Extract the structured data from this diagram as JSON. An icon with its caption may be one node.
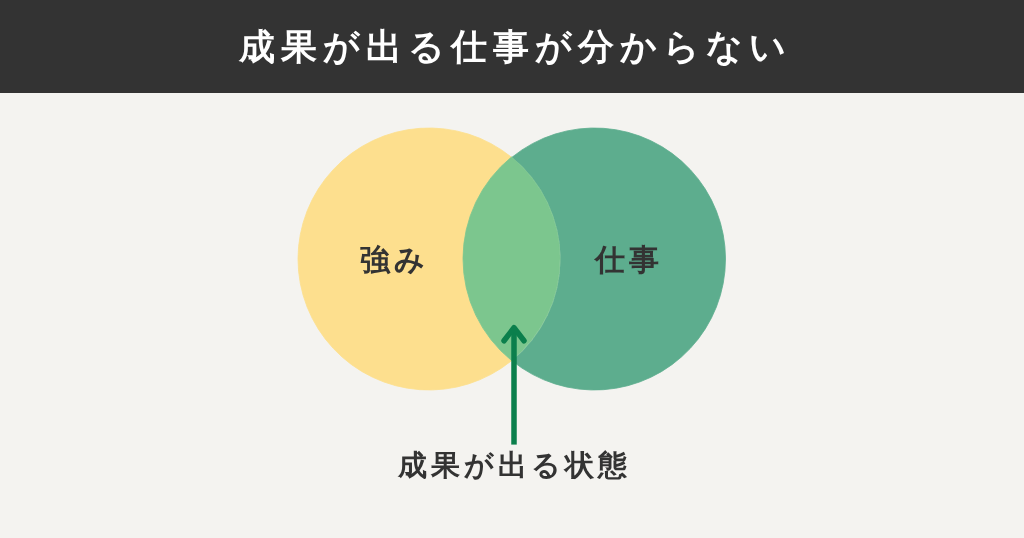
{
  "diagram": {
    "title": "成果が出る仕事が分からない",
    "nodes": [
      {
        "text": [
          "強み"
        ]
      },
      {
        "text": [
          "仕事"
        ]
      },
      {
        "text": [],
        "shape": "lens"
      },
      {
        "text": [
          "成果が出る状態"
        ]
      }
    ],
    "edges": [
      {
        "from": 3,
        "to": 2,
        "arrow": "to"
      }
    ]
  }
}
